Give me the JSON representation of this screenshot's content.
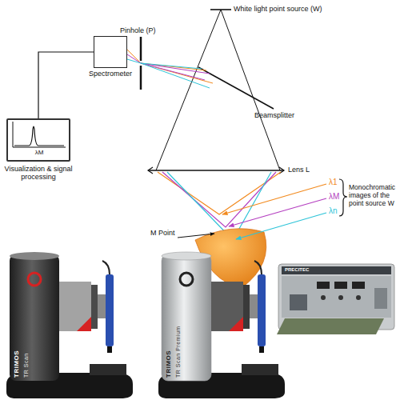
{
  "diagram": {
    "nodes": [
      {
        "text": [
          "Spectrometer"
        ]
      },
      {
        "text": [
          "λM",
          "Visualization & signal processing"
        ]
      }
    ],
    "edges": [
      {
        "from": 0,
        "to": 1,
        "arrow": "none"
      }
    ],
    "labels": [
      "Pinhole (P)",
      "White light point source (W)",
      "Beamsplitter",
      "Lens L",
      "λ1",
      "λM",
      "λn",
      "Monochromatic images of the point source W",
      "M Point",
      "TRIMOS",
      "TR Scan",
      "TRIMOS",
      "TR Scan Premium",
      "PRECITEC"
    ]
  }
}
